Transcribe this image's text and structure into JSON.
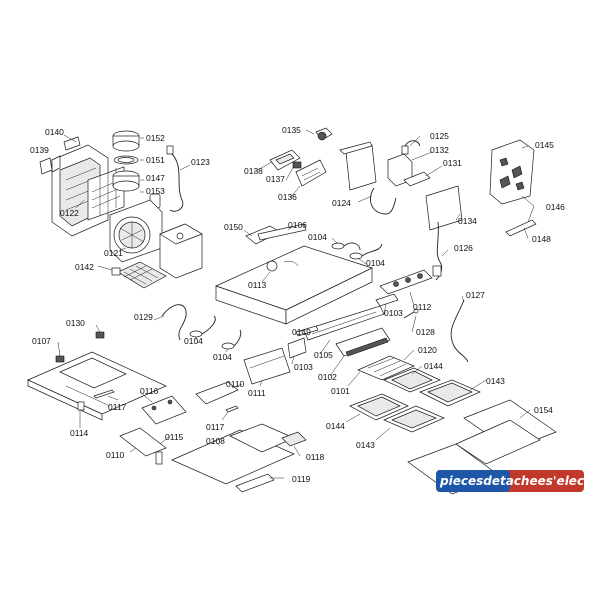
{
  "diagram": {
    "part_labels": [
      "0140",
      "0152",
      "0139",
      "0151",
      "0123",
      "0147",
      "0153",
      "0122",
      "0121",
      "0142",
      "0135",
      "0125",
      "0132",
      "0138",
      "0137",
      "0131",
      "0136",
      "0145",
      "0124",
      "0134",
      "0146",
      "0148",
      "0126",
      "0150",
      "0106",
      "0104",
      "0104",
      "0113",
      "0127",
      "0112",
      "0130",
      "0129",
      "0103",
      "0128",
      "0107",
      "0149",
      "0104",
      "0104",
      "0105",
      "0120",
      "0103",
      "0102",
      "0144",
      "0143",
      "0101",
      "0111",
      "0110",
      "0116",
      "0117",
      "0114",
      "0117",
      "0144",
      "0154",
      "0115",
      "0108",
      "0143",
      "0110",
      "0118",
      "0119"
    ],
    "colors": {
      "line": "#1a1a1a",
      "background": "#ffffff",
      "watermark_red": "#c0392b",
      "watermark_blue": "#1f57a8"
    }
  },
  "watermark": {
    "text": "piecesdetachees'elec.com"
  }
}
